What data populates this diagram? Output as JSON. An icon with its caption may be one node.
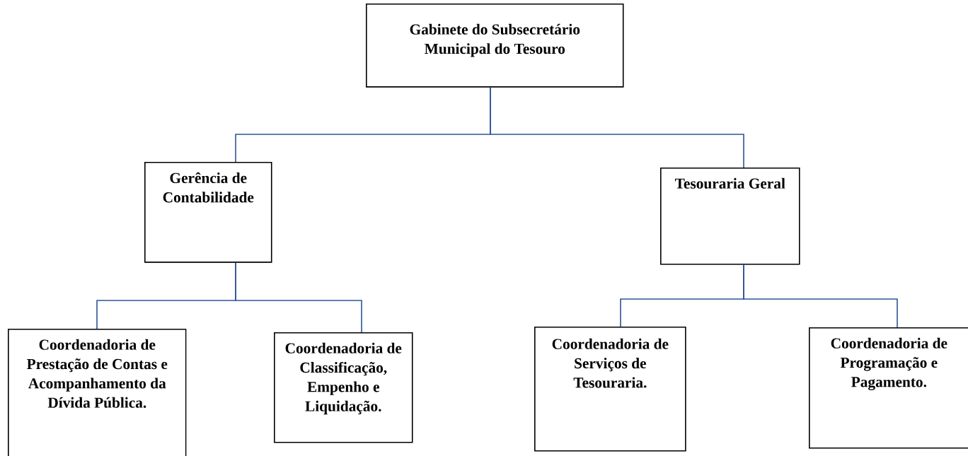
{
  "diagram": {
    "nodes": [
      {
        "text": [
          "Gabinete do Subsecretário Municipal do Tesouro"
        ]
      },
      {
        "text": [
          "Gerência de Contabilidade"
        ]
      },
      {
        "text": [
          "Tesouraria Geral"
        ]
      },
      {
        "text": [
          "Coordenadoria de Prestação de Contas e Acompanhamento da Dívida Pública."
        ]
      },
      {
        "text": [
          "Coordenadoria de Classificação, Empenho e Liquidação."
        ]
      },
      {
        "text": [
          "Coordenadoria de Serviços de Tesouraria."
        ]
      },
      {
        "text": [
          "Coordenadoria de Programação e Pagamento."
        ]
      }
    ],
    "edges": [
      {
        "from": 0,
        "to": 1,
        "arrow": "none"
      },
      {
        "from": 0,
        "to": 2,
        "arrow": "none"
      },
      {
        "from": 1,
        "to": 3,
        "arrow": "none"
      },
      {
        "from": 1,
        "to": 4,
        "arrow": "none"
      },
      {
        "from": 2,
        "to": 5,
        "arrow": "none"
      },
      {
        "from": 2,
        "to": 6,
        "arrow": "none"
      }
    ]
  }
}
